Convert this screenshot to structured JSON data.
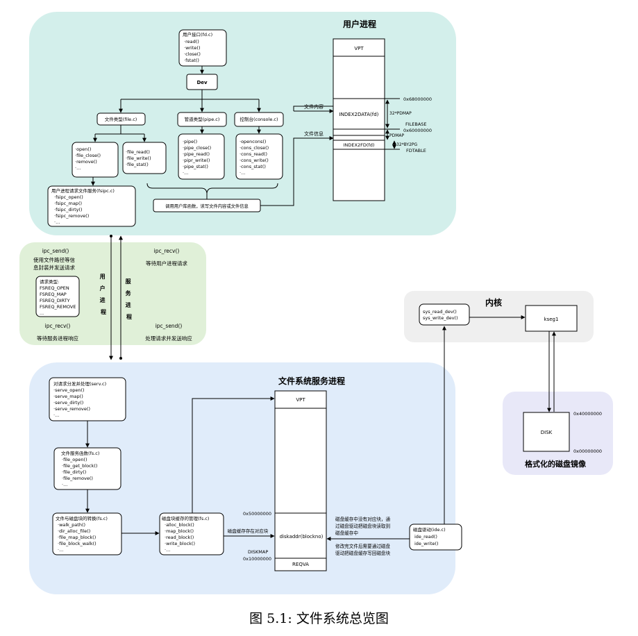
{
  "colors": {
    "user_region": "#d3efeb",
    "ipc_region": "#e0f0d8",
    "fs_region": "#e0ecfa",
    "kernel_region": "#efefef",
    "disk_region": "#e8e8f8",
    "line": "#000000"
  },
  "regions": {
    "user": "用户进程",
    "kernel": "内核",
    "fs_server": "文件系统服务进程",
    "disk_image": "格式化的磁盘镜像"
  },
  "user_proc": {
    "fd_box": [
      "用户接口(fd.c)",
      "·read()",
      "·write()",
      "·close()",
      "·fstat()"
    ],
    "dev": "Dev",
    "file_type": "文件类型(file.c)",
    "pipe_type": "管道类型(pipe.c)",
    "console_type": "控制台(console.c)",
    "file_ops_a": [
      "·open()",
      "·file_close()",
      "·remove()",
      "·..."
    ],
    "file_ops_b": [
      "·file_read()",
      "·file_write()",
      "·file_stat()"
    ],
    "pipe_ops": [
      "·pipe()",
      "·pipe_close()",
      "·pipe_read()",
      "·pipr_write()",
      "·pipe_stat()",
      "·..."
    ],
    "cons_ops": [
      "·opencons()",
      "·cons_close()",
      "·cons_read()",
      "·cons_write()",
      "·cons_stat()",
      "·..."
    ],
    "fsipc": [
      "用户进程请求文件服务(fsipc.c)",
      "·fsipc_open()",
      "·fsipc_map()",
      "·fsipc_dirty()",
      "·fsipc_remove()",
      "·..."
    ],
    "lib_call": "调用用户库函数，读写文件内容或文件信息",
    "file_content": "文件内容",
    "file_info": "文件信息",
    "vpt": "VPT",
    "index2data": "INDEX2DATA(fd)",
    "index2fd": "INDEX2FD(fd)",
    "addr_68": "0x68000000",
    "addr_60": "0x60000000",
    "pdmap_32": "32*PDMAP",
    "filebase": "FILEBASE",
    "pdmap": "PDMAP",
    "bytpg": "32*BY2PG",
    "fdtable": "FDTABLE"
  },
  "ipc": {
    "send_left": "ipc_send()",
    "send_left_desc": [
      "使用文件路径等信",
      "息封装并发送请求"
    ],
    "req_types": [
      "请求类型:",
      "FSREQ_OPEN",
      "FSREQ_MAP",
      "FSREQ_DIRTY",
      "FSREQ_REMOVE",
      "..."
    ],
    "recv_left": "ipc_recv()",
    "recv_left_desc": "等待服务进程响应",
    "recv_right": "ipc_recv()",
    "recv_right_desc": "等待用户进程请求",
    "send_right": "ipc_send()",
    "send_right_desc": "处理请求并发送响应",
    "user_proc_label": [
      "用",
      "户",
      "进",
      "程"
    ],
    "server_proc_label": [
      "服",
      "务",
      "进",
      "程"
    ]
  },
  "fs": {
    "serv": [
      "对请求分发并处理(serv.c)",
      "·serve_open()",
      "·serve_map()",
      "·serve_dirty()",
      "·serve_remove()",
      "·..."
    ],
    "fs_funcs": [
      "文件服务函数(fs.c)",
      "·file_open()",
      "·file_get_block()",
      "·file_dirty()",
      "·file_remove()",
      "·..."
    ],
    "convert": [
      "文件与磁盘块的转换(fs.c)",
      "·walk_path()",
      "·dir_alloc_file()",
      "·file_map_block()",
      "·file_block_walk()",
      "·..."
    ],
    "cache": [
      "磁盘块缓存的管理(fs.c)",
      "·alloc_block()",
      "·map_block()",
      "·read_block()",
      "·write_block()",
      "·..."
    ],
    "vpt": "VPT",
    "diskaddr": "diskaddr(blockno)",
    "reqva": "REQVA",
    "addr_50": "0x50000000",
    "diskmap": "DISKMAP",
    "addr_10": "0x10000000",
    "cache_note": "磁盘缓存存在对应块",
    "miss_note": [
      "磁盘缓存中没有对应块，通",
      "过磁盘驱动把磁盘块读取到",
      "磁盘缓存中"
    ],
    "write_note": [
      "修改完文件后需要通过磁盘",
      "驱动把磁盘缓存写回磁盘块"
    ],
    "ide": [
      "磁盘驱动(ide.c)",
      "ide_read()",
      "ide_write()"
    ]
  },
  "kernel": {
    "sys": [
      "sys_read_dev()",
      "sys_write_dev()"
    ],
    "kseg1": "kseg1"
  },
  "disk": {
    "label": "DISK",
    "addr_40": "0x40000000",
    "addr_00": "0x00000000"
  },
  "caption": "图 5.1: 文件系统总览图"
}
